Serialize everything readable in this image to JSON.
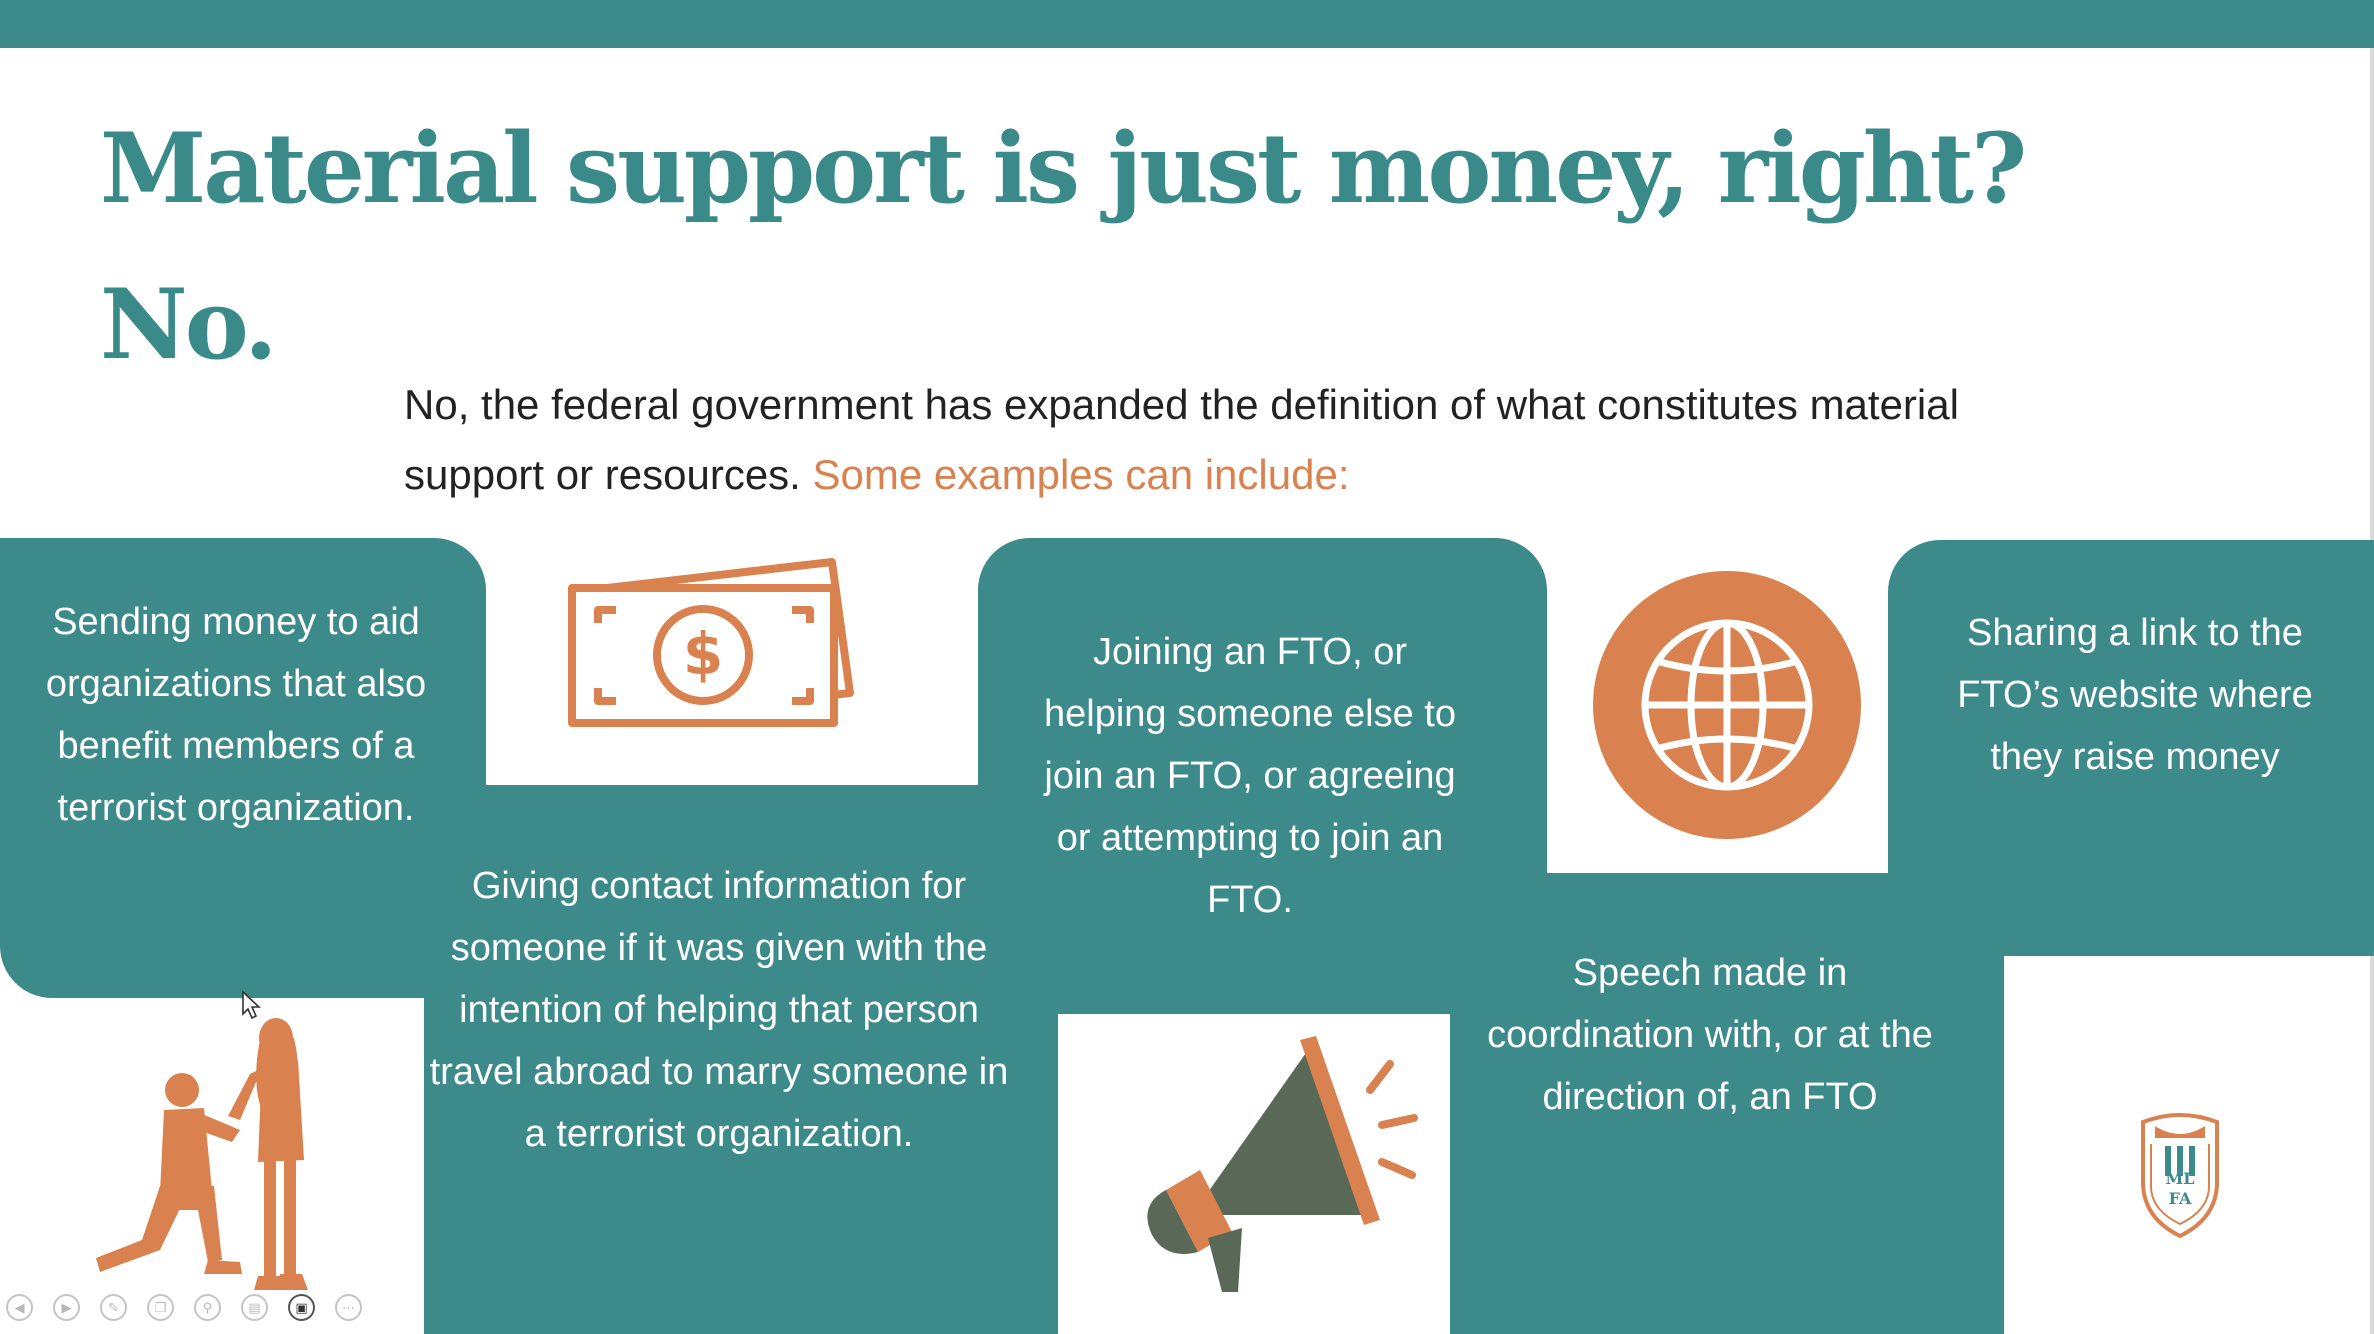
{
  "slide": {
    "title": "Material support is just money, right?",
    "answer": "No.",
    "intro_text": "No, the federal government has expanded the definition of what constitutes material support or resources.",
    "intro_highlight": "Some examples can include:",
    "cards": {
      "sending_money": "Sending money to aid organizations that also benefit members of a terrorist organization.",
      "contact_info": "Giving contact information for someone if it was given with the intention of helping that person travel abroad to marry someone in a terrorist organization.",
      "joining_fto": "Joining an FTO, or helping someone else to join an FTO, or agreeing or attempting to join an FTO.",
      "sharing_link": "Sharing a link to the FTO’s website where they raise money",
      "speech": "Speech made in coordination with, or at the direction of, an FTO"
    },
    "icons": {
      "money": "money-bills-icon",
      "globe": "globe-icon",
      "megaphone": "megaphone-icon",
      "proposal": "proposal-silhouette-icon",
      "logo": "mlfa-shield-logo",
      "logo_text_1": "ML",
      "logo_text_2": "FA"
    }
  },
  "colors": {
    "teal": "#3d8a8b",
    "orange": "#d9824f",
    "dark": "#222222",
    "megaphone_gray": "#5a6957"
  },
  "toolbar": {
    "buttons": [
      "previous-slide",
      "next-slide",
      "pen",
      "copy",
      "zoom",
      "subtitles",
      "camera",
      "more"
    ]
  }
}
